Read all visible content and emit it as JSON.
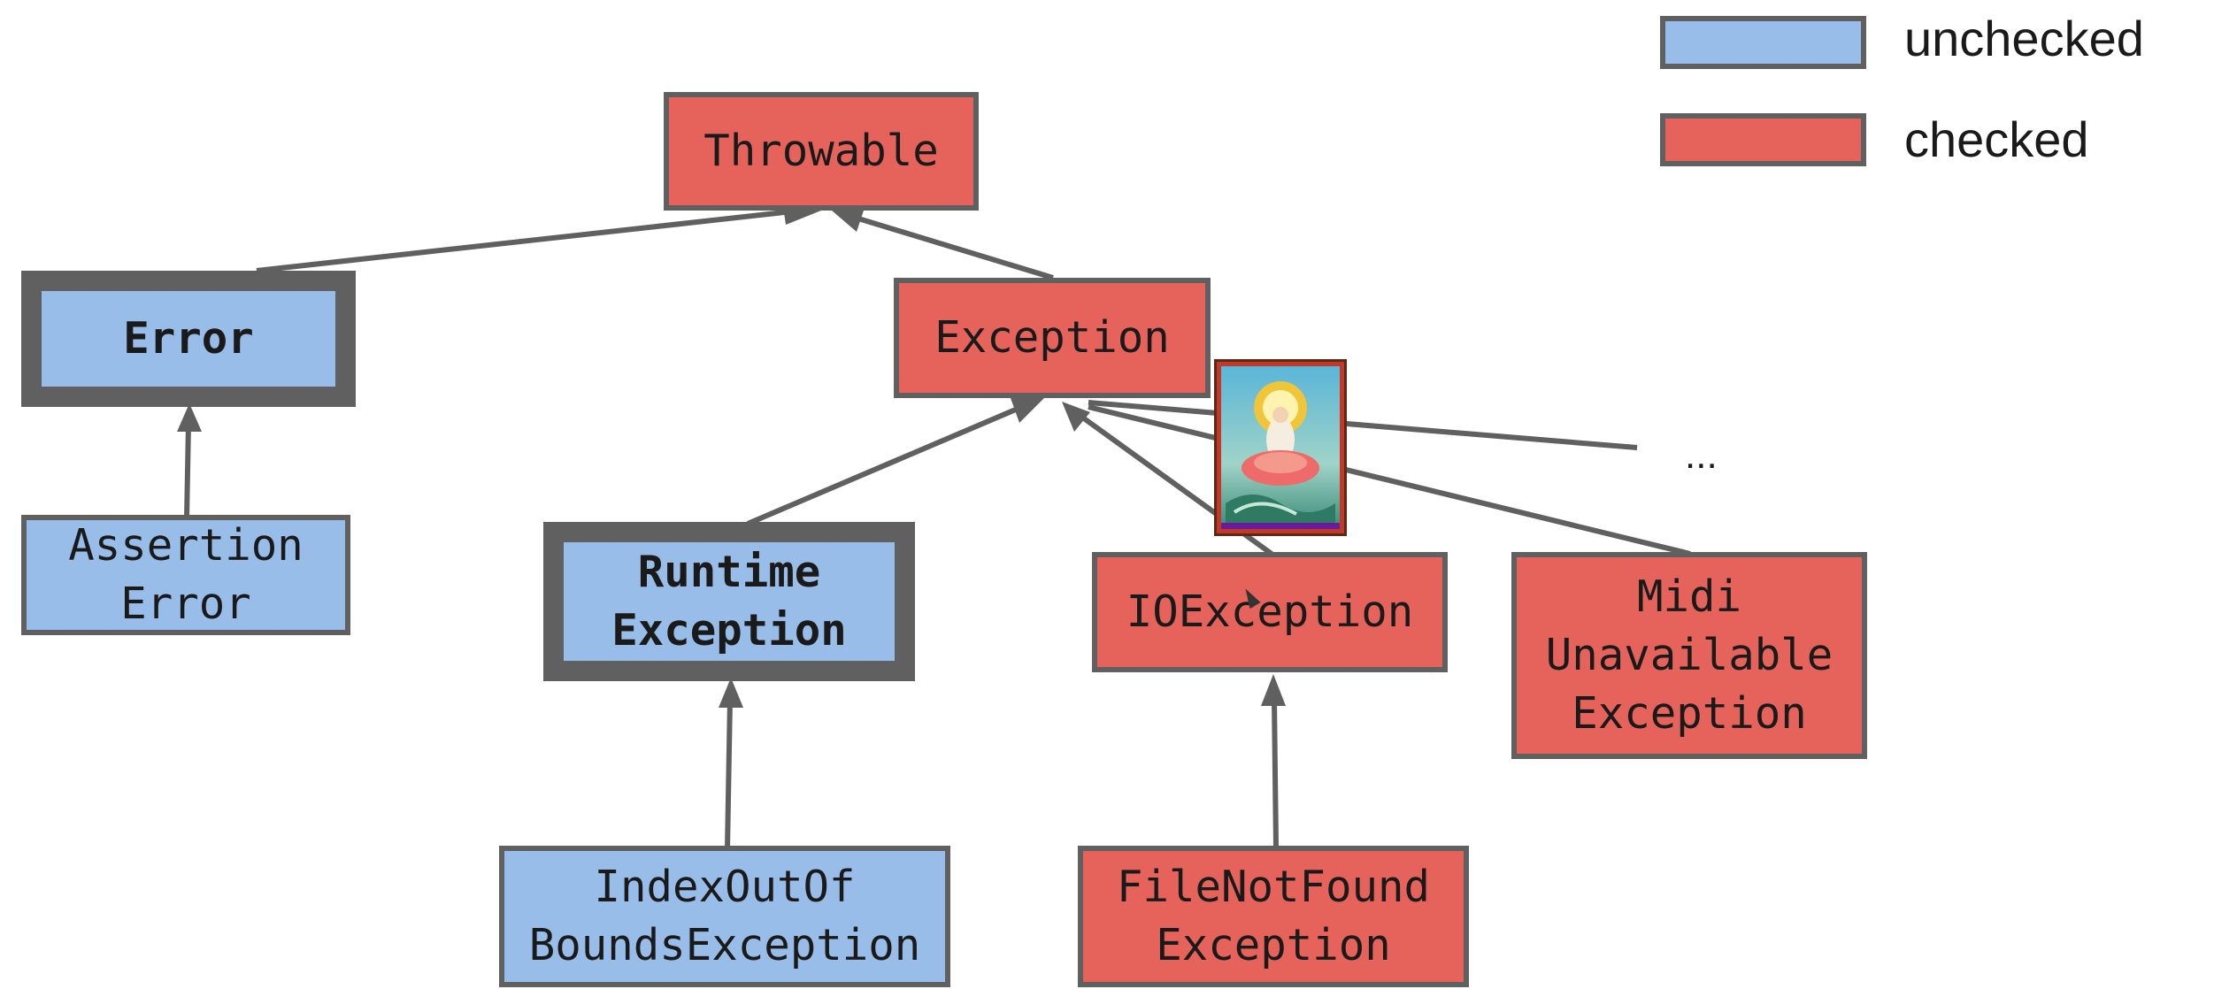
{
  "colors": {
    "unchecked": "#98bde8",
    "checked": "#e5635a",
    "edge": "#606060",
    "border": "#606060"
  },
  "legend": {
    "unchecked_label": "unchecked",
    "checked_label": "checked"
  },
  "nodes": {
    "throwable": {
      "label": "Throwable",
      "kind": "checked"
    },
    "error": {
      "label": "Error",
      "kind": "unchecked",
      "emphasis": true
    },
    "exception": {
      "label": "Exception",
      "kind": "checked"
    },
    "assertion_error": {
      "label": "Assertion\nError",
      "kind": "unchecked"
    },
    "runtime_exception": {
      "label": "Runtime\nException",
      "kind": "unchecked",
      "emphasis": true
    },
    "io_exception": {
      "label": "IOException",
      "kind": "checked"
    },
    "midi_exception": {
      "label": "Midi\nUnavailable\nException",
      "kind": "checked"
    },
    "index_exception": {
      "label": "IndexOutOf\nBoundsException",
      "kind": "unchecked"
    },
    "file_exception": {
      "label": "FileNotFound\nException",
      "kind": "checked"
    }
  },
  "ellipsis": "...",
  "thumbnail_icon": "deity-on-lotus-picture"
}
